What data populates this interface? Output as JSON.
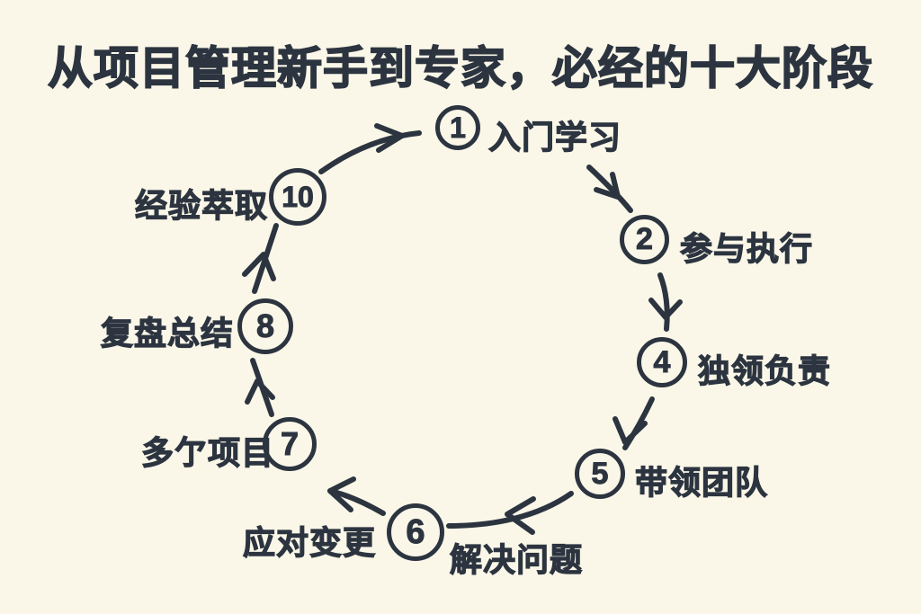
{
  "title": "从项目管理新手到专家，必经的十大阶段",
  "colors": {
    "background": "#FAF7E8",
    "ink": "#2C3440"
  },
  "diagram_type": "circular-cycle",
  "stages": [
    {
      "number": "1",
      "label": "入门学习"
    },
    {
      "number": "2",
      "label": "参与执行"
    },
    {
      "number": "4",
      "label": "独领负责"
    },
    {
      "number": "5",
      "label": "带领团队"
    },
    {
      "number": "6",
      "label": "应对变更"
    },
    {
      "number": "7",
      "label": "多亇项目"
    },
    {
      "number": "8",
      "label": "复盘总结"
    },
    {
      "number": "10",
      "label": "经验萃取"
    }
  ],
  "unnumbered_label": "解决问题"
}
